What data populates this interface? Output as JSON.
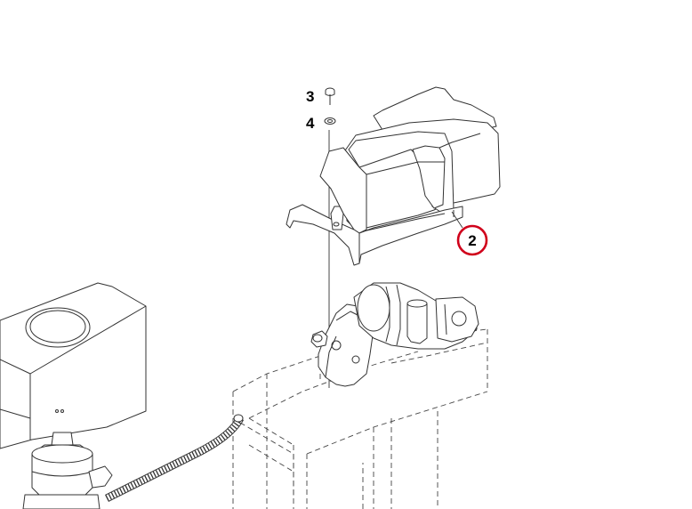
{
  "callouts": [
    {
      "label": "3"
    },
    {
      "label": "4"
    },
    {
      "label": "2",
      "highlight_color": "#d0021b"
    }
  ],
  "colors": {
    "line": "#333333",
    "background": "#ffffff",
    "highlight": "#d0021b"
  }
}
